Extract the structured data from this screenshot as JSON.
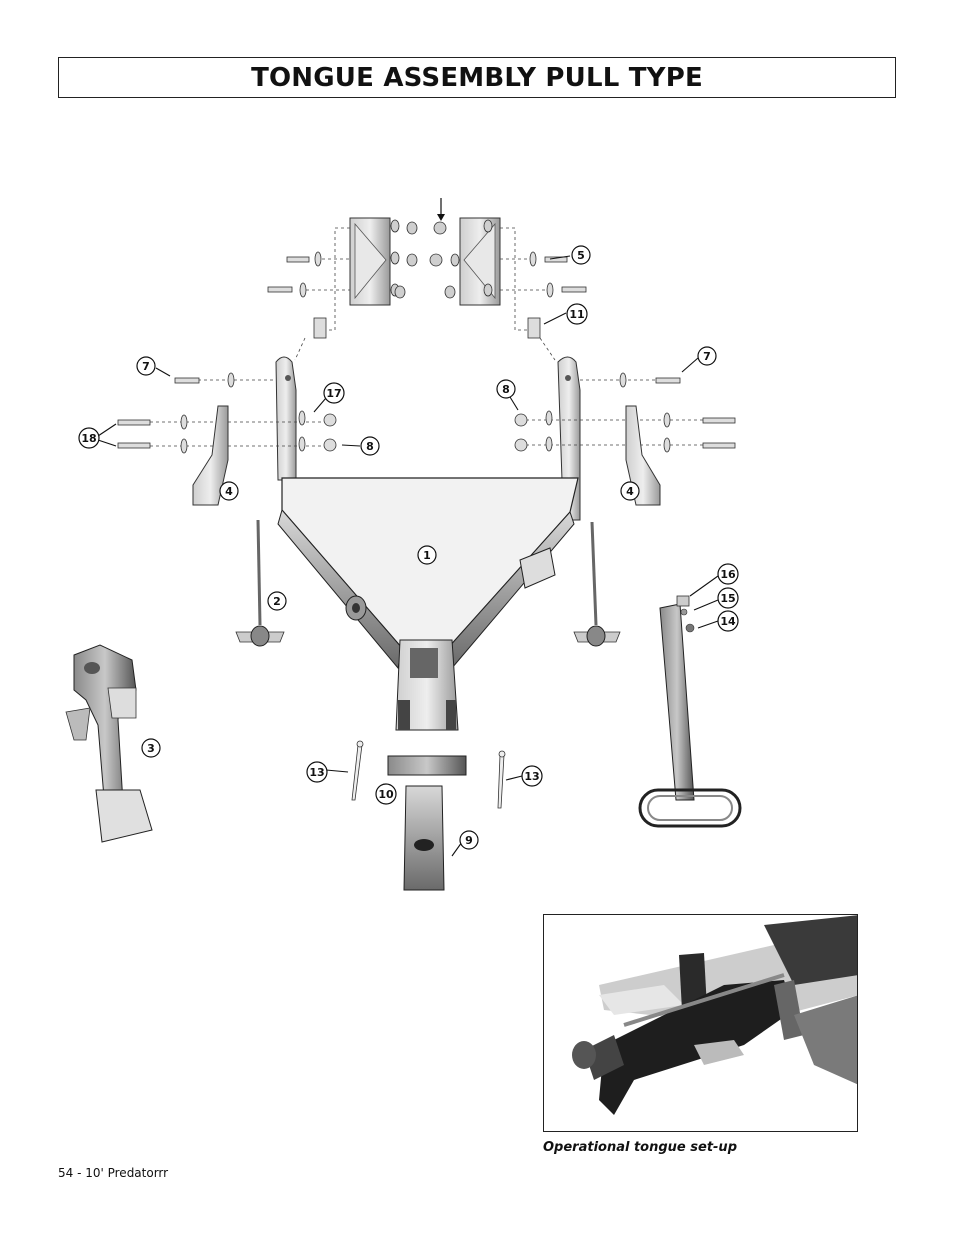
{
  "page": {
    "title": "TONGUE ASSEMBLY PULL TYPE",
    "footer": "54 - 10' Predatorrr",
    "photo_caption": "Operational tongue set-up"
  },
  "callouts": {
    "c1": "1",
    "c2": "2",
    "c3": "3",
    "c4a": "4",
    "c4b": "4",
    "c5": "5",
    "c7a": "7",
    "c7b": "7",
    "c8a": "8",
    "c8b": "8",
    "c9": "9",
    "c10": "10",
    "c11": "11",
    "c13a": "13",
    "c13b": "13",
    "c14": "14",
    "c15": "15",
    "c16": "16",
    "c17": "17",
    "c18": "18"
  }
}
